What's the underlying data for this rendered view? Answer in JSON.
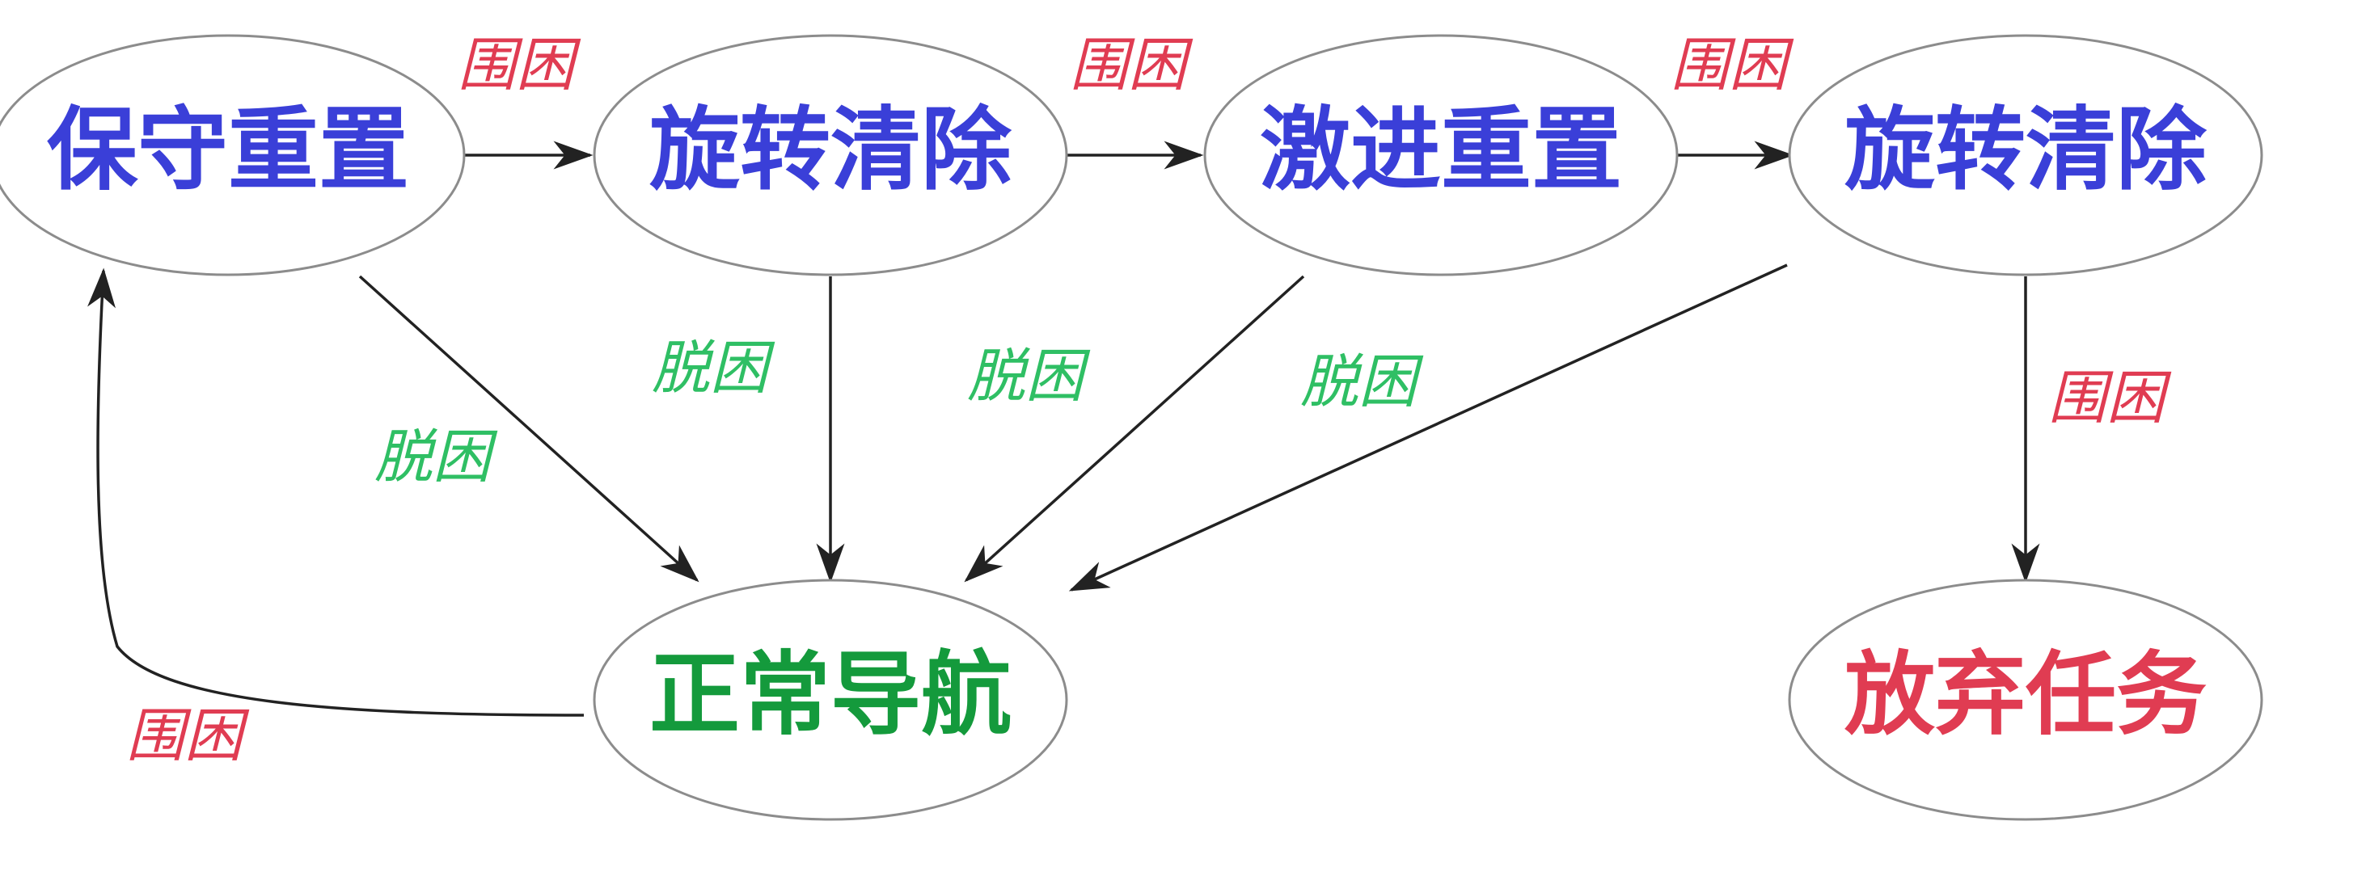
{
  "colors": {
    "recovery_node": "#3a3fd8",
    "normal_node": "#149a3c",
    "abort_node": "#e03c52",
    "trapped_label": "#e03c52",
    "escaped_label": "#2fbf64"
  },
  "nodes": {
    "conservative_reset": "保守重置",
    "rotate_clear_1": "旋转清除",
    "aggressive_reset": "激进重置",
    "rotate_clear_2": "旋转清除",
    "normal_navigation": "正常导航",
    "abort_task": "放弃任务"
  },
  "edges": {
    "trapped_1": "围困",
    "trapped_2": "围困",
    "trapped_3": "围困",
    "trapped_4": "围困",
    "trapped_5": "围困",
    "escaped_1": "脱困",
    "escaped_2": "脱困",
    "escaped_3": "脱困",
    "escaped_4": "脱困"
  }
}
